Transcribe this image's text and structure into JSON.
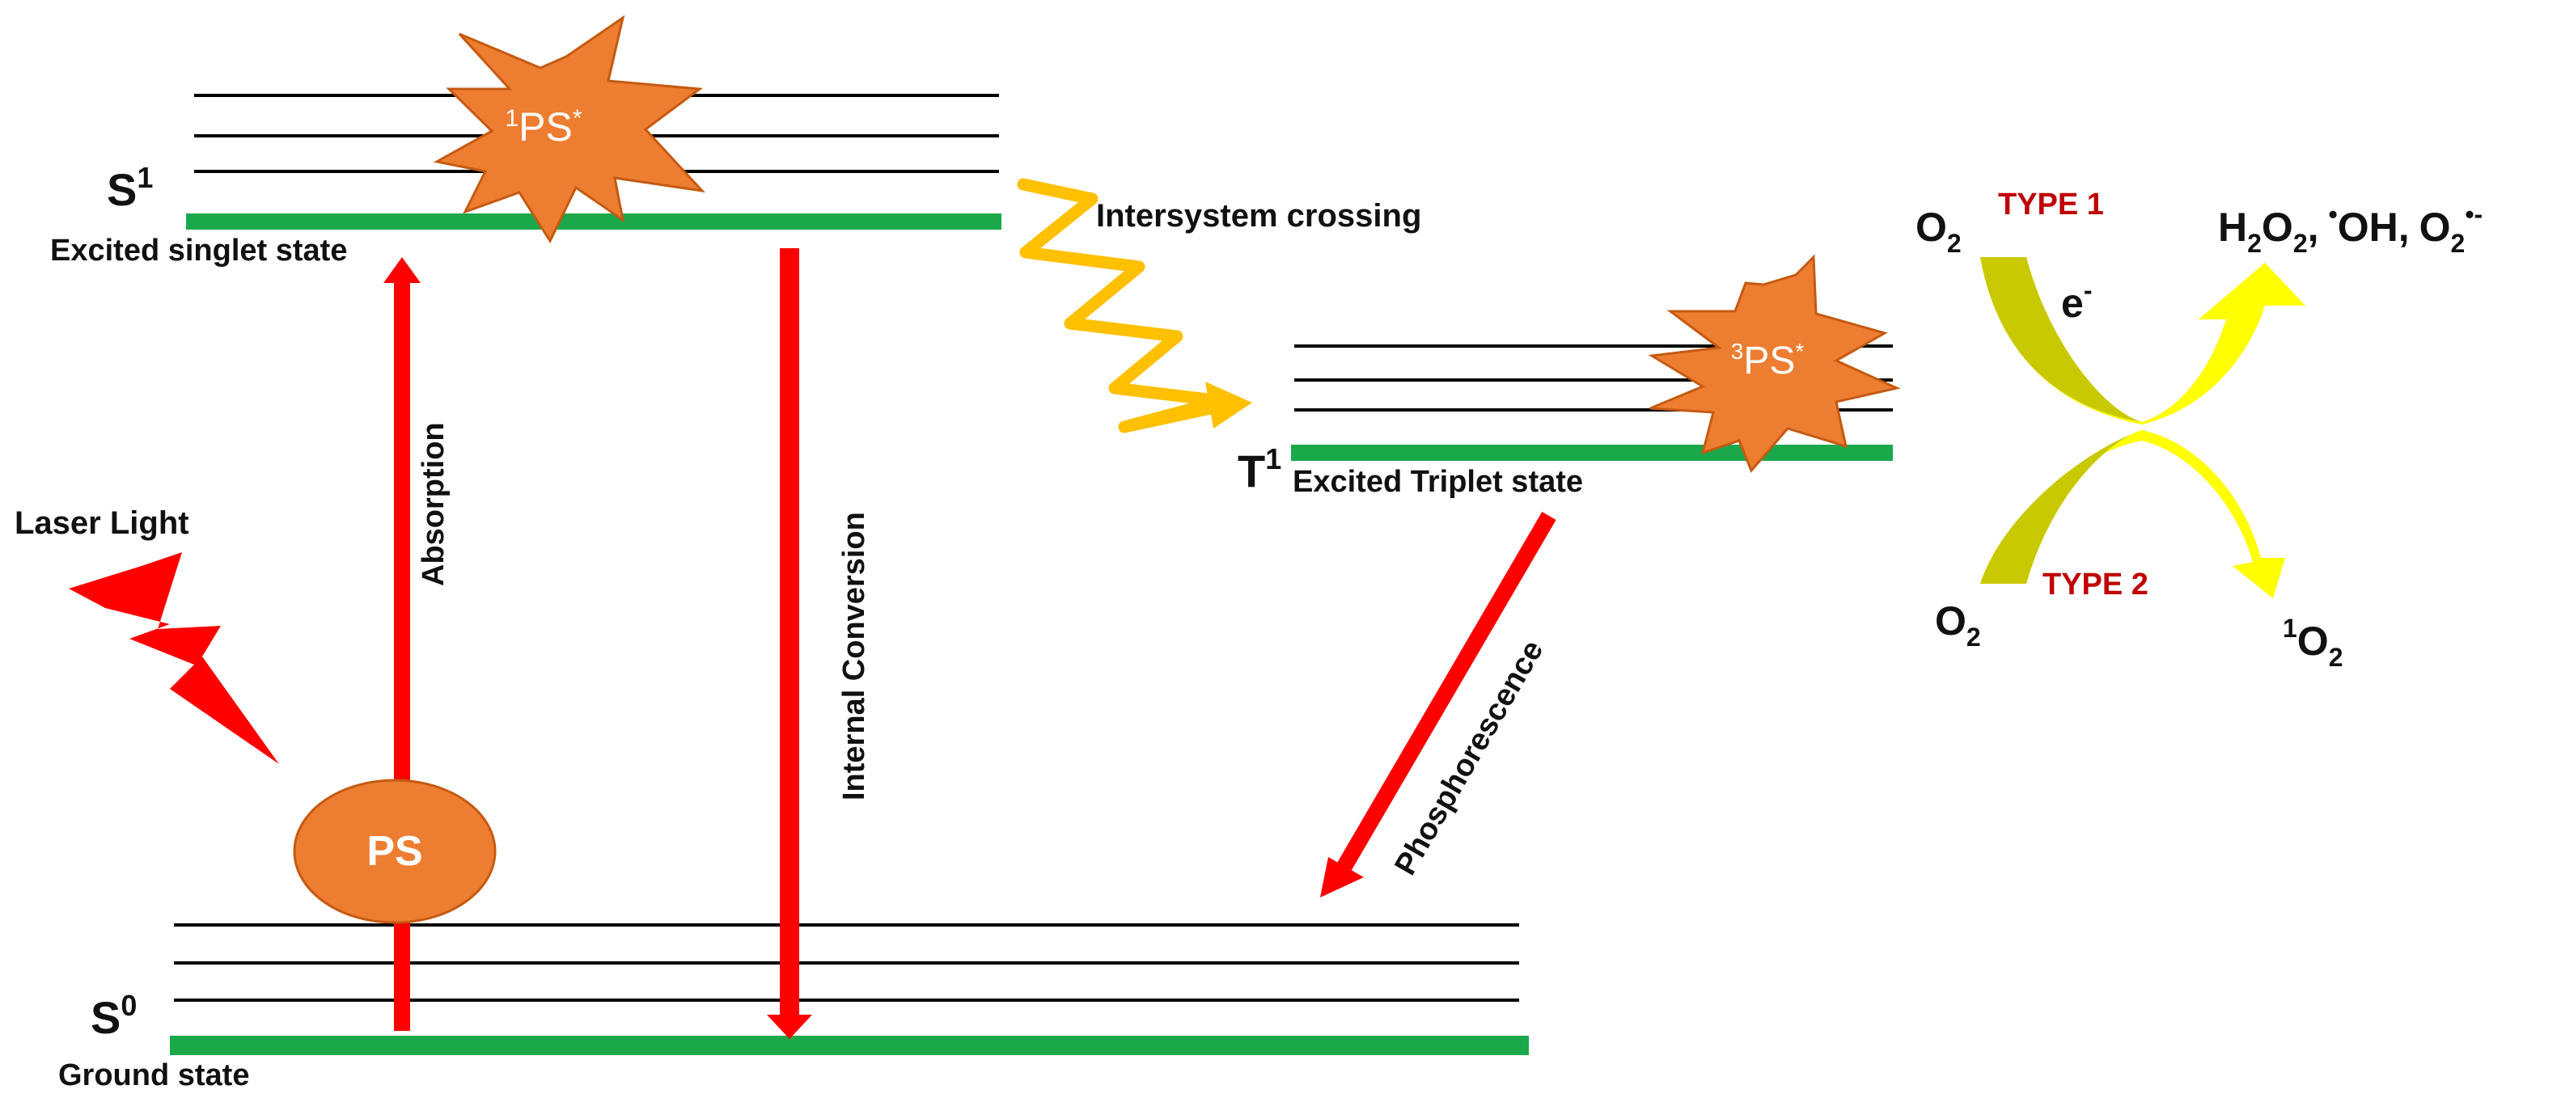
{
  "diagram": {
    "states": {
      "s1": {
        "symbol": "S",
        "superscript": "1",
        "caption": "Excited singlet state"
      },
      "s0": {
        "symbol": "S",
        "superscript": "0",
        "caption": "Ground state"
      },
      "t1": {
        "symbol": "T",
        "superscript": "1",
        "caption": "Excited Triplet state"
      }
    },
    "species": {
      "singlet_ps": {
        "pre_sup": "1",
        "text": "PS",
        "post_sup": "*"
      },
      "triplet_ps": {
        "pre_sup": "3",
        "text": "PS",
        "post_sup": "*"
      },
      "ground_ps": {
        "text": "PS"
      }
    },
    "transitions": {
      "absorption": "Absorption",
      "internal_conversion": "Internal Conversion",
      "intersystem_crossing": "Intersystem crossing",
      "phosphorescence": "Phosphorescence"
    },
    "laser": {
      "label": "Laser Light"
    },
    "reactions": {
      "type1": {
        "label": "TYPE 1",
        "reactant_main": "O",
        "reactant_sub": "2",
        "electron_main": "e",
        "electron_sup": "-",
        "products": {
          "h": "H",
          "s1": "2",
          "o": "O",
          "s2": "2",
          "comma1": ",",
          "dot1": "•",
          "oh": "OH",
          "comma2": ",",
          "o2": "O",
          "s3": "2",
          "sup": "•-"
        }
      },
      "type2": {
        "label": "TYPE 2",
        "reactant_main": "O",
        "reactant_sub": "2",
        "product_sup": "1",
        "product_main": "O",
        "product_sub": "2"
      }
    },
    "colors": {
      "level_line": "#000000",
      "ground_line": "#1aa84a",
      "arrow_red": "#ff0000",
      "burst_orange": "#ed7d31",
      "burst_stroke": "#c55a11",
      "wave_yellow": "#ffc000",
      "type_yellow": "#ffff00",
      "type_olive": "#c9c900",
      "type_label_red": "#c00000"
    }
  }
}
